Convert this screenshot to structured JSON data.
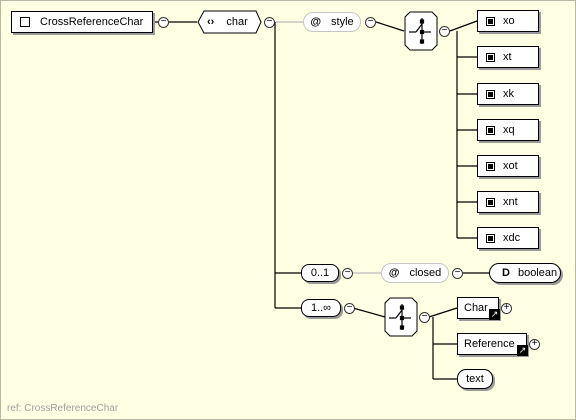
{
  "diagram": {
    "root": {
      "label": "CrossReferenceChar"
    },
    "char": {
      "label": "char"
    },
    "style_attr": {
      "at": "@",
      "label": "style"
    },
    "style_values": [
      "xo",
      "xt",
      "xk",
      "xq",
      "xot",
      "xnt",
      "xdc"
    ],
    "closed_occurrence": "0..1",
    "closed_attr": {
      "at": "@",
      "label": "closed"
    },
    "closed_type": {
      "prefix": "D",
      "label": "boolean"
    },
    "seq_occurrence": "1..∞",
    "children": {
      "char_ref": "Char",
      "reference_ref": "Reference",
      "text": "text"
    },
    "collapse_symbol": "−",
    "expand_symbol": "+"
  },
  "footer": "ref: CrossReferenceChar"
}
